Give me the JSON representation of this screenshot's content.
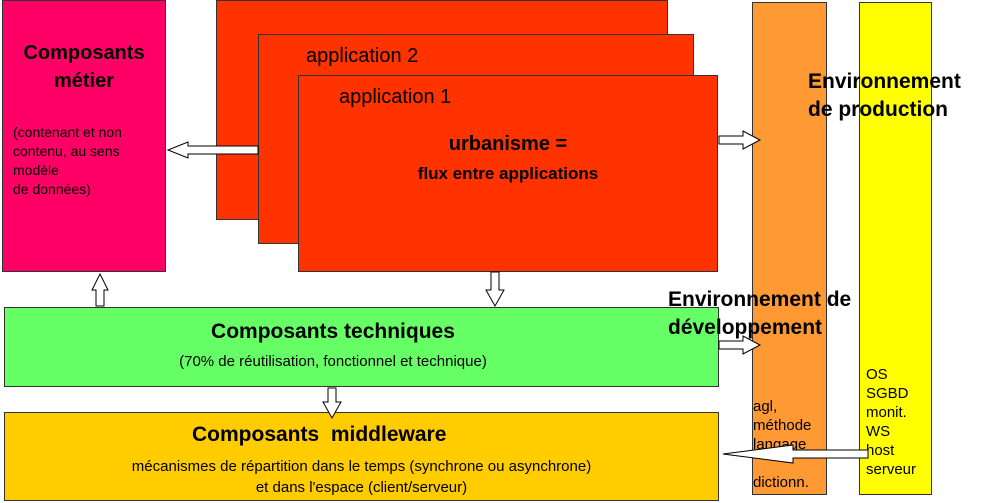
{
  "colors": {
    "metier": "#ff0066",
    "applications": "#ff3300",
    "techniques": "#66ff66",
    "middleware": "#ffcc00",
    "dev_env": "#ff9933",
    "prod_env": "#ffff00"
  },
  "metier": {
    "title": "Composants métier",
    "desc_lines": [
      "(contenant et non",
      "contenu, au sens",
      "modèle",
      "de données)"
    ]
  },
  "applications": {
    "app3_label": "",
    "app2_label": "application 2",
    "app1_label": "application 1",
    "urbanisme_title": "urbanisme =",
    "urbanisme_sub": "flux entre applications"
  },
  "techniques": {
    "title": "Composants techniques",
    "subtitle": "(70% de réutilisation, fonctionnel et technique)"
  },
  "middleware": {
    "title": "Composants  middleware",
    "line1": "mécanismes de répartition dans le temps (synchrone ou asynchrone)",
    "line2": "et dans l'espace (client/serveur)"
  },
  "dev_env": {
    "title_line1": "Environnement de",
    "title_line2": "développement",
    "items": [
      "agl,",
      "méthode",
      "langage",
      "",
      "dictionn."
    ]
  },
  "prod_env": {
    "title_line1": "Environnement",
    "title_line2": "de production",
    "items": [
      "OS",
      "SGBD",
      "monit.",
      "WS",
      "host",
      "serveur"
    ]
  }
}
